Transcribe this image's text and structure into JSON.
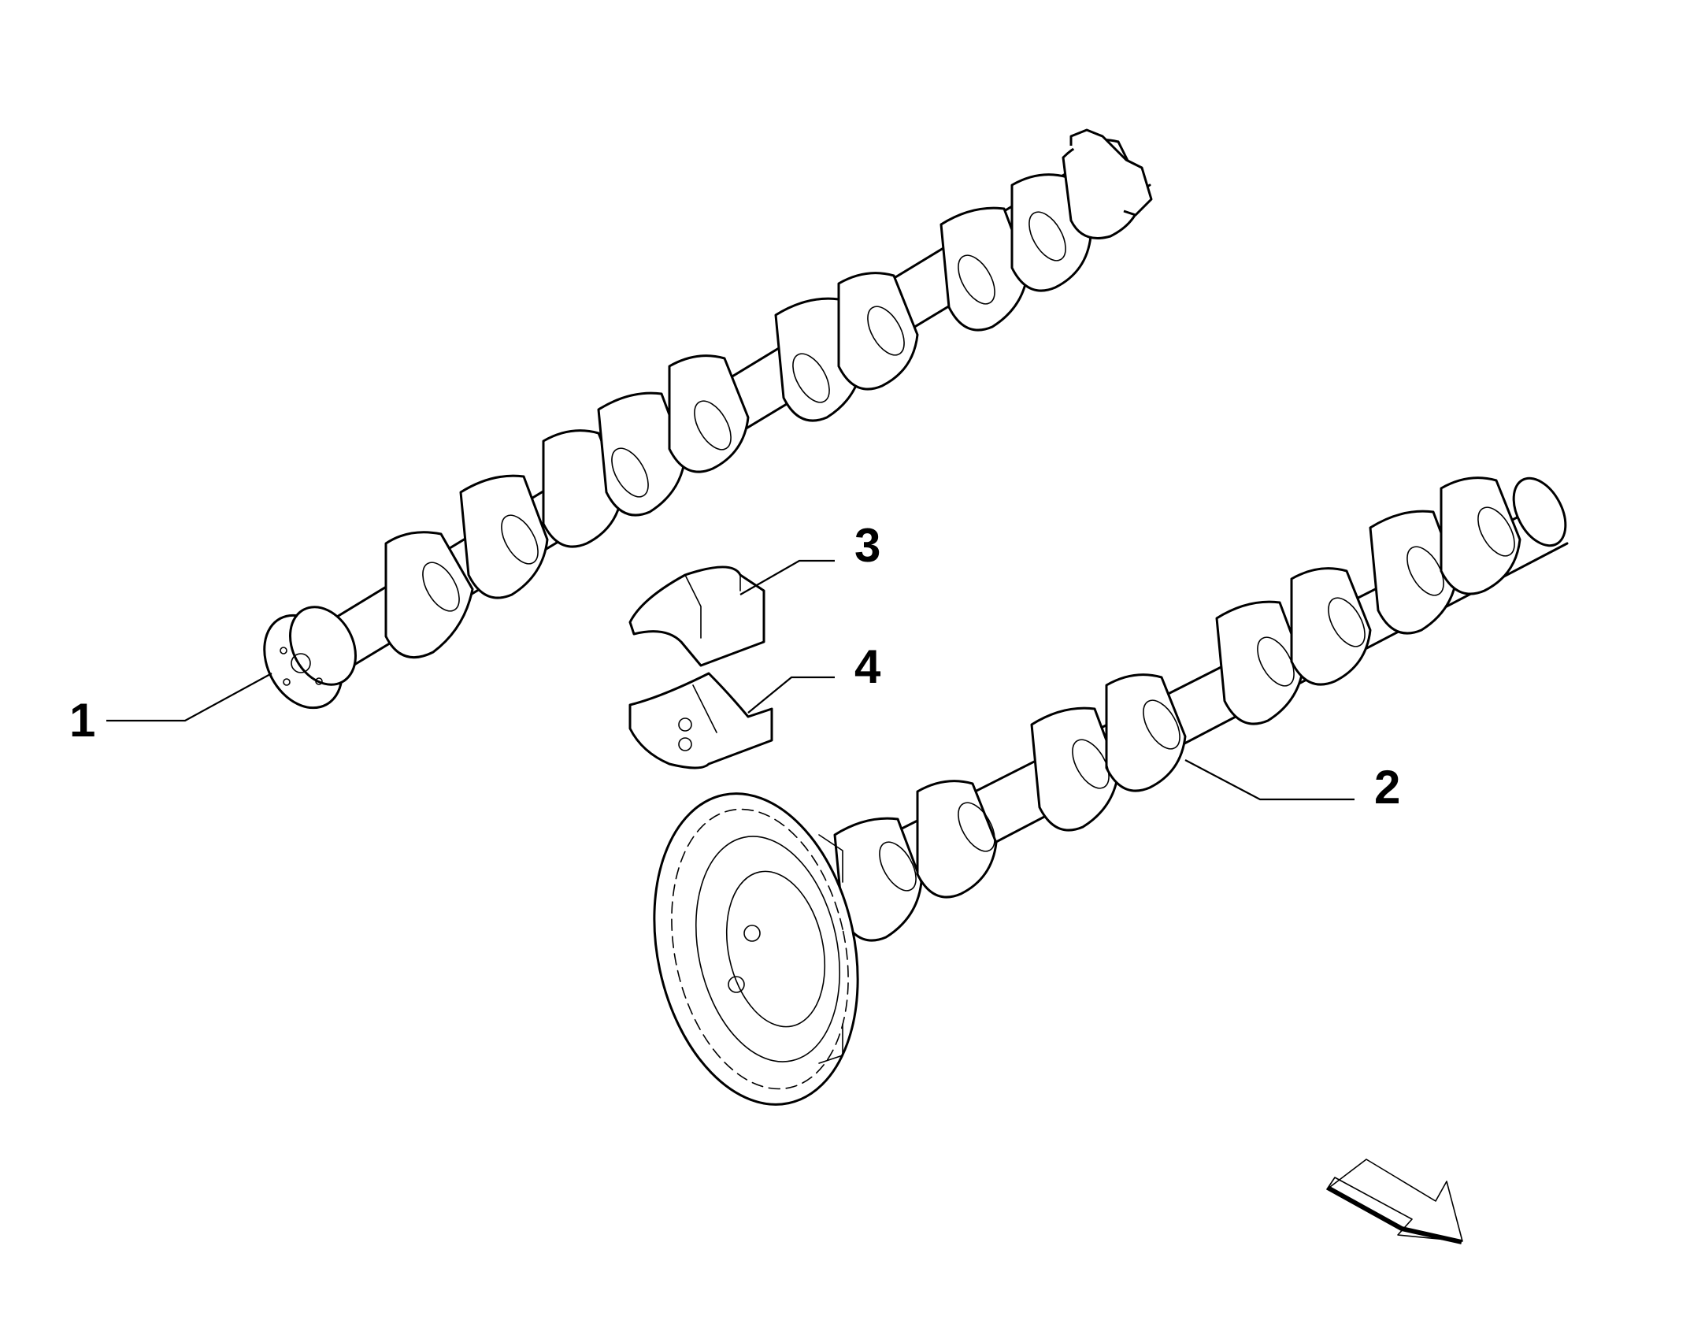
{
  "callouts": [
    {
      "id": "1",
      "label": "1",
      "part": "camshaft-intake"
    },
    {
      "id": "2",
      "label": "2",
      "part": "camshaft-exhaust-with-gear"
    },
    {
      "id": "3",
      "label": "3",
      "part": "bearing-shell-upper"
    },
    {
      "id": "4",
      "label": "4",
      "part": "bearing-shell-lower"
    }
  ],
  "colors": {
    "line": "#000000",
    "background": "#ffffff"
  },
  "icons": {
    "orientation": "orientation-arrow-icon"
  }
}
